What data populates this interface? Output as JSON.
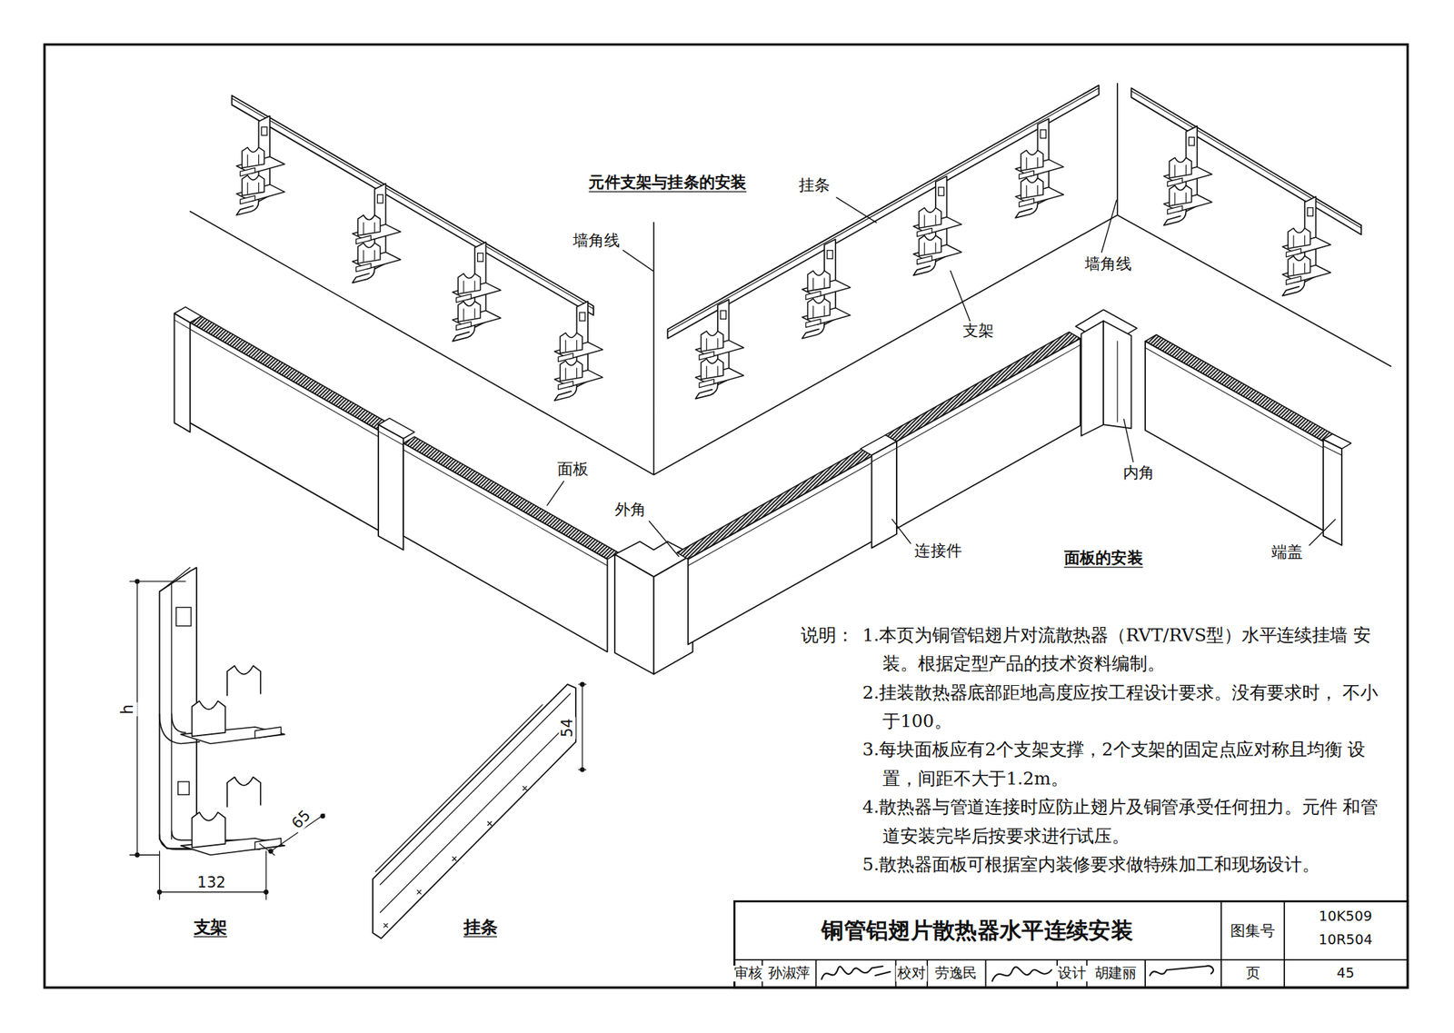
{
  "diagram": {
    "title": "铜管铝翅片散热器水平连续安装",
    "labels": [
      "元件支架与挂条的安装",
      "挂条",
      "墙角线",
      "面板",
      "外角",
      "支架",
      "墙角线",
      "内角",
      "连接件",
      "面板的安装",
      "端盖",
      "说明：",
      "1.本页为铜管铝翅片对流散热器（RVT/RVS型）水平连续挂墙 安装。根据定型产品的技术资料编制。",
      "2.挂装散热器底部距地高度应按工程设计要求。没有要求时， 不小于100。",
      "3.每块面板应有2个支架支撑，2个支架的固定点应对称且均衡 设置，间距不大于1.2m。",
      "4.散热器与管道连接时应防止翅片及铜管承受任何扭力。元件 和管道安装完毕后按要求进行试压。",
      "5.散热器面板可根据室内装修要求做特殊加工和现场设计。",
      "h",
      "132",
      "65",
      "54",
      "支架",
      "挂条",
      "图集号",
      "10K509",
      "10R504",
      "审核",
      "孙淑萍",
      "校对",
      "劳逸民",
      "设计",
      "胡建丽",
      "页",
      "45"
    ]
  }
}
